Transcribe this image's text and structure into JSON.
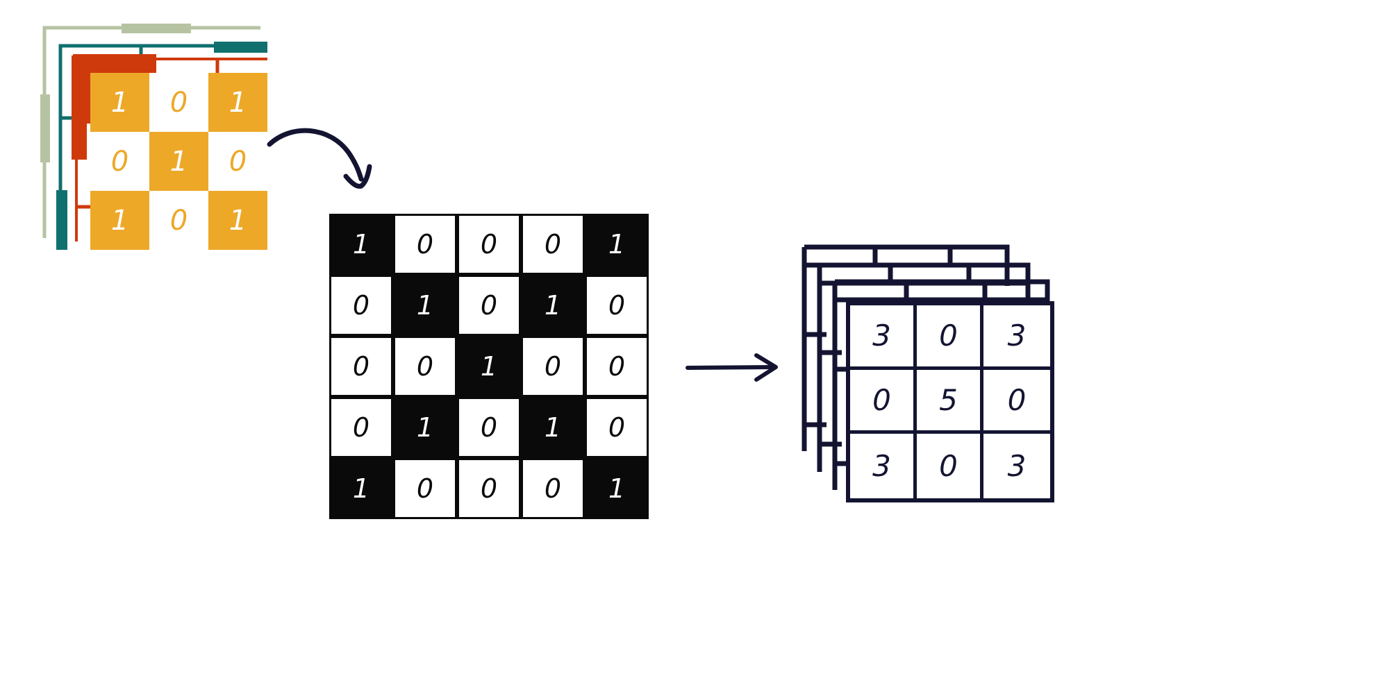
{
  "diagram": {
    "title": "Convolution of a binary feature map with a 3x3 kernel stack",
    "colors": {
      "kernel_on": "#EDA828",
      "kernel_off": "#FFFFFF",
      "kernel_text_on": "#FFFFFF",
      "kernel_text_off": "#EDA828",
      "frame_sage": "#B6C3A2",
      "frame_teal": "#10706E",
      "frame_red": "#CE3A0B",
      "matrix_one_bg": "#0A0A0A",
      "matrix_one_text": "#FFFFFF",
      "matrix_zero_bg": "#FFFFFF",
      "matrix_zero_text": "#0A0A0A",
      "ink_navy": "#141432"
    }
  },
  "kernel_stack": {
    "name": "kernel-stack",
    "layers": 4,
    "frame_colors": [
      "#B6C3A2",
      "#10706E",
      "#CE3A0B"
    ],
    "chart_data": {
      "type": "heatmap",
      "title": "3x3 binary kernel",
      "rows": 3,
      "cols": 3,
      "values": [
        [
          1,
          0,
          1
        ],
        [
          0,
          1,
          0
        ],
        [
          1,
          0,
          1
        ]
      ],
      "cells": [
        {
          "r": 0,
          "c": 0,
          "v": "1",
          "state": "on"
        },
        {
          "r": 0,
          "c": 1,
          "v": "0",
          "state": "off"
        },
        {
          "r": 0,
          "c": 2,
          "v": "1",
          "state": "on"
        },
        {
          "r": 1,
          "c": 0,
          "v": "0",
          "state": "off"
        },
        {
          "r": 1,
          "c": 1,
          "v": "1",
          "state": "on"
        },
        {
          "r": 1,
          "c": 2,
          "v": "0",
          "state": "off"
        },
        {
          "r": 2,
          "c": 0,
          "v": "1",
          "state": "on"
        },
        {
          "r": 2,
          "c": 1,
          "v": "0",
          "state": "off"
        },
        {
          "r": 2,
          "c": 2,
          "v": "1",
          "state": "on"
        }
      ]
    }
  },
  "input_matrix": {
    "name": "input-matrix",
    "chart_data": {
      "type": "heatmap",
      "title": "5x5 binary input matrix",
      "rows": 5,
      "cols": 5,
      "values": [
        [
          1,
          0,
          0,
          0,
          1
        ],
        [
          0,
          1,
          0,
          1,
          0
        ],
        [
          0,
          0,
          1,
          0,
          0
        ],
        [
          0,
          1,
          0,
          1,
          0
        ],
        [
          1,
          0,
          0,
          0,
          1
        ]
      ],
      "cells": [
        {
          "r": 0,
          "c": 0,
          "v": "1",
          "state": "one"
        },
        {
          "r": 0,
          "c": 1,
          "v": "0",
          "state": "zero"
        },
        {
          "r": 0,
          "c": 2,
          "v": "0",
          "state": "zero"
        },
        {
          "r": 0,
          "c": 3,
          "v": "0",
          "state": "zero"
        },
        {
          "r": 0,
          "c": 4,
          "v": "1",
          "state": "one"
        },
        {
          "r": 1,
          "c": 0,
          "v": "0",
          "state": "zero"
        },
        {
          "r": 1,
          "c": 1,
          "v": "1",
          "state": "one"
        },
        {
          "r": 1,
          "c": 2,
          "v": "0",
          "state": "zero"
        },
        {
          "r": 1,
          "c": 3,
          "v": "1",
          "state": "one"
        },
        {
          "r": 1,
          "c": 4,
          "v": "0",
          "state": "zero"
        },
        {
          "r": 2,
          "c": 0,
          "v": "0",
          "state": "zero"
        },
        {
          "r": 2,
          "c": 1,
          "v": "0",
          "state": "zero"
        },
        {
          "r": 2,
          "c": 2,
          "v": "1",
          "state": "one"
        },
        {
          "r": 2,
          "c": 3,
          "v": "0",
          "state": "zero"
        },
        {
          "r": 2,
          "c": 4,
          "v": "0",
          "state": "zero"
        },
        {
          "r": 3,
          "c": 0,
          "v": "0",
          "state": "zero"
        },
        {
          "r": 3,
          "c": 1,
          "v": "1",
          "state": "one"
        },
        {
          "r": 3,
          "c": 2,
          "v": "0",
          "state": "zero"
        },
        {
          "r": 3,
          "c": 3,
          "v": "1",
          "state": "one"
        },
        {
          "r": 3,
          "c": 4,
          "v": "0",
          "state": "zero"
        },
        {
          "r": 4,
          "c": 0,
          "v": "1",
          "state": "one"
        },
        {
          "r": 4,
          "c": 1,
          "v": "0",
          "state": "zero"
        },
        {
          "r": 4,
          "c": 2,
          "v": "0",
          "state": "zero"
        },
        {
          "r": 4,
          "c": 3,
          "v": "0",
          "state": "zero"
        },
        {
          "r": 4,
          "c": 4,
          "v": "1",
          "state": "one"
        }
      ]
    }
  },
  "output_stack": {
    "name": "output-stack",
    "layers": 4,
    "chart_data": {
      "type": "heatmap",
      "title": "3x3 output feature map",
      "rows": 3,
      "cols": 3,
      "values": [
        [
          3,
          0,
          3
        ],
        [
          0,
          5,
          0
        ],
        [
          3,
          0,
          3
        ]
      ],
      "cells": [
        {
          "r": 0,
          "c": 0,
          "v": "3"
        },
        {
          "r": 0,
          "c": 1,
          "v": "0"
        },
        {
          "r": 0,
          "c": 2,
          "v": "3"
        },
        {
          "r": 1,
          "c": 0,
          "v": "0"
        },
        {
          "r": 1,
          "c": 1,
          "v": "5"
        },
        {
          "r": 1,
          "c": 2,
          "v": "0"
        },
        {
          "r": 2,
          "c": 0,
          "v": "3"
        },
        {
          "r": 2,
          "c": 1,
          "v": "0"
        },
        {
          "r": 2,
          "c": 2,
          "v": "3"
        }
      ]
    }
  },
  "arrows": [
    {
      "name": "curved-arrow-kernel-to-input",
      "style": "curved",
      "direction": "down-right"
    },
    {
      "name": "straight-arrow-input-to-output",
      "style": "straight",
      "direction": "right"
    }
  ]
}
